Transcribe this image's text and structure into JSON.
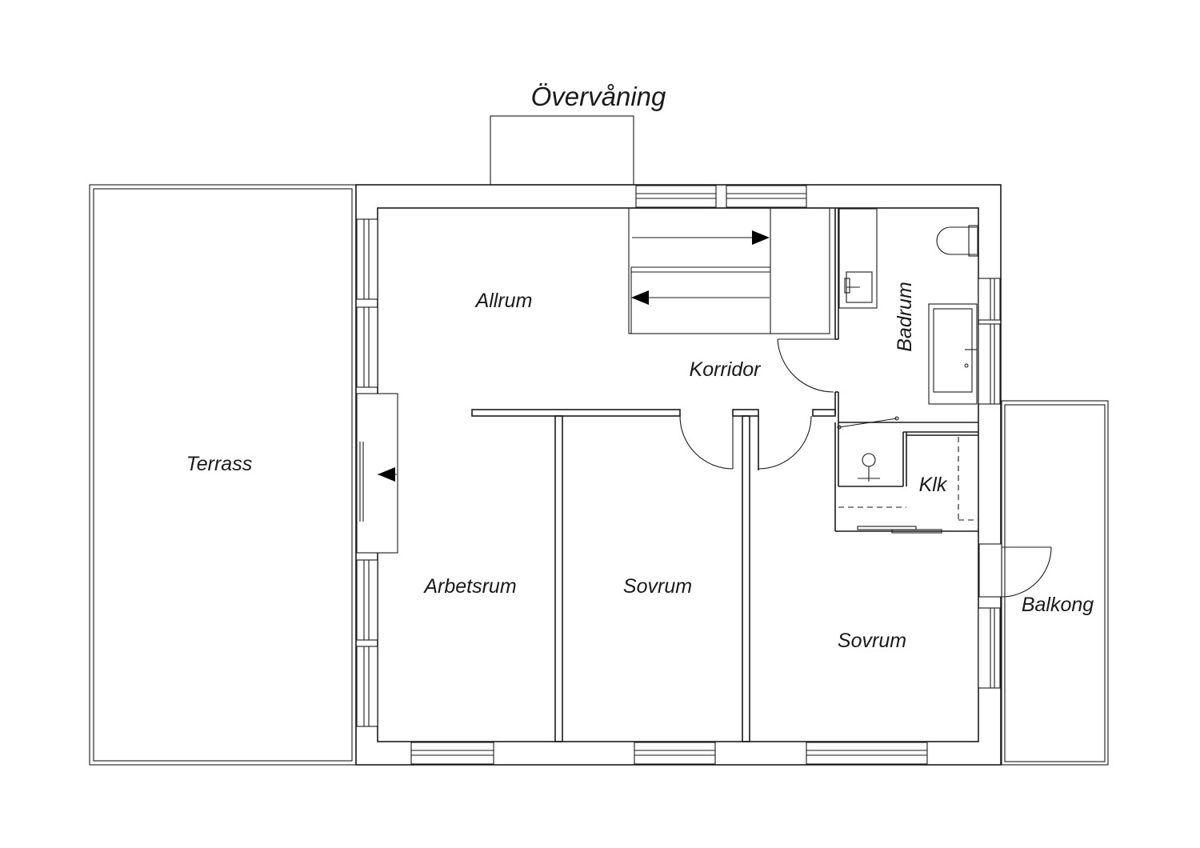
{
  "title": "Övervåning",
  "rooms": {
    "terrace": "Terrass",
    "living": "Allrum",
    "corridor": "Korridor",
    "bathroom": "Badrum",
    "wardrobe": "Klk",
    "study": "Arbetsrum",
    "bedroom1": "Sovrum",
    "bedroom2": "Sovrum",
    "balcony": "Balkong"
  },
  "colors": {
    "line": "#1a1a1a",
    "background": "#ffffff"
  }
}
